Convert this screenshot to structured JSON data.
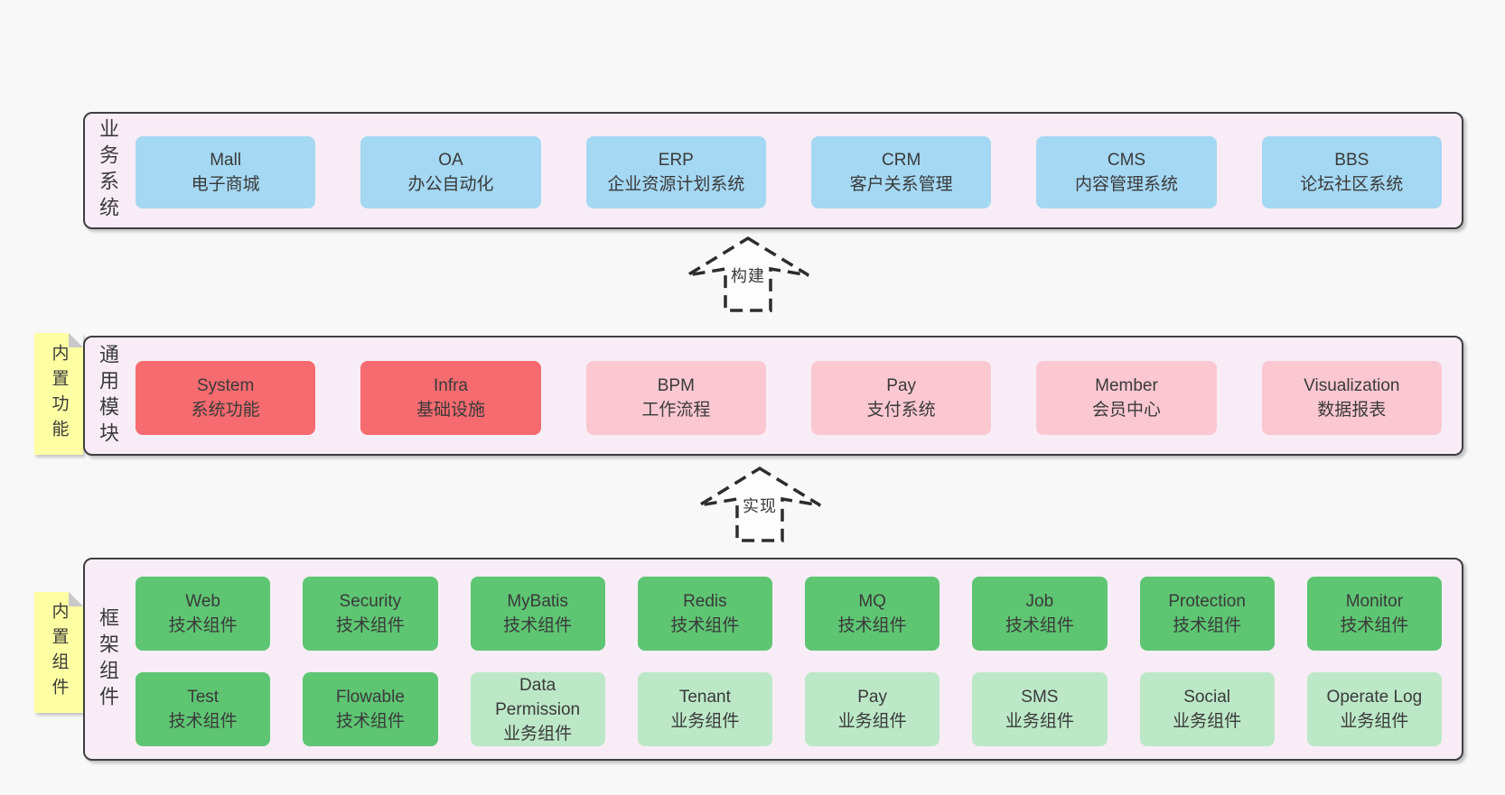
{
  "colors": {
    "background": "#f8f8f8",
    "container": "#f8edf6",
    "containerBorder": "#3f3f3f",
    "blue": "#a5d8f3",
    "red": "#f56b6f",
    "pink": "#fbc8d2",
    "green": "#5ec573",
    "lightGreen": "#bce8c7",
    "sticky": "#feffa3",
    "fold": "#c9c9c9",
    "arrow": "#2d2d2d",
    "text": "#3a3a3a"
  },
  "layers": {
    "business": {
      "label": "业务系统",
      "boxes": [
        {
          "name": "Mall",
          "desc": "电子商城",
          "variant": "blue"
        },
        {
          "name": "OA",
          "desc": "办公自动化",
          "variant": "blue"
        },
        {
          "name": "ERP",
          "desc": "企业资源计划系统",
          "variant": "blue"
        },
        {
          "name": "CRM",
          "desc": "客户关系管理",
          "variant": "blue"
        },
        {
          "name": "CMS",
          "desc": "内容管理系统",
          "variant": "blue"
        },
        {
          "name": "BBS",
          "desc": "论坛社区系统",
          "variant": "blue"
        }
      ]
    },
    "common": {
      "label": "通用模块",
      "sticky": "内置功能",
      "boxes": [
        {
          "name": "System",
          "desc": "系统功能",
          "variant": "red"
        },
        {
          "name": "Infra",
          "desc": "基础设施",
          "variant": "red"
        },
        {
          "name": "BPM",
          "desc": "工作流程",
          "variant": "pink"
        },
        {
          "name": "Pay",
          "desc": "支付系统",
          "variant": "pink"
        },
        {
          "name": "Member",
          "desc": "会员中心",
          "variant": "pink"
        },
        {
          "name": "Visualization",
          "desc": "数据报表",
          "variant": "pink"
        }
      ]
    },
    "framework": {
      "label": "框架组件",
      "sticky": "内置组件",
      "row1": [
        {
          "name": "Web",
          "desc": "技术组件",
          "variant": "green"
        },
        {
          "name": "Security",
          "desc": "技术组件",
          "variant": "green"
        },
        {
          "name": "MyBatis",
          "desc": "技术组件",
          "variant": "green"
        },
        {
          "name": "Redis",
          "desc": "技术组件",
          "variant": "green"
        },
        {
          "name": "MQ",
          "desc": "技术组件",
          "variant": "green"
        },
        {
          "name": "Job",
          "desc": "技术组件",
          "variant": "green"
        },
        {
          "name": "Protection",
          "desc": "技术组件",
          "variant": "green"
        },
        {
          "name": "Monitor",
          "desc": "技术组件",
          "variant": "green"
        }
      ],
      "row2": [
        {
          "name": "Test",
          "desc": "技术组件",
          "variant": "green"
        },
        {
          "name": "Flowable",
          "desc": "技术组件",
          "variant": "green"
        },
        {
          "name": "Data Permission",
          "desc": "业务组件",
          "variant": "lightgreen"
        },
        {
          "name": "Tenant",
          "desc": "业务组件",
          "variant": "lightgreen"
        },
        {
          "name": "Pay",
          "desc": "业务组件",
          "variant": "lightgreen"
        },
        {
          "name": "SMS",
          "desc": "业务组件",
          "variant": "lightgreen"
        },
        {
          "name": "Social",
          "desc": "业务组件",
          "variant": "lightgreen"
        },
        {
          "name": "Operate Log",
          "desc": "业务组件",
          "variant": "lightgreen"
        }
      ]
    }
  },
  "arrows": {
    "build": {
      "label": "构建"
    },
    "implement": {
      "label": "实现"
    }
  }
}
